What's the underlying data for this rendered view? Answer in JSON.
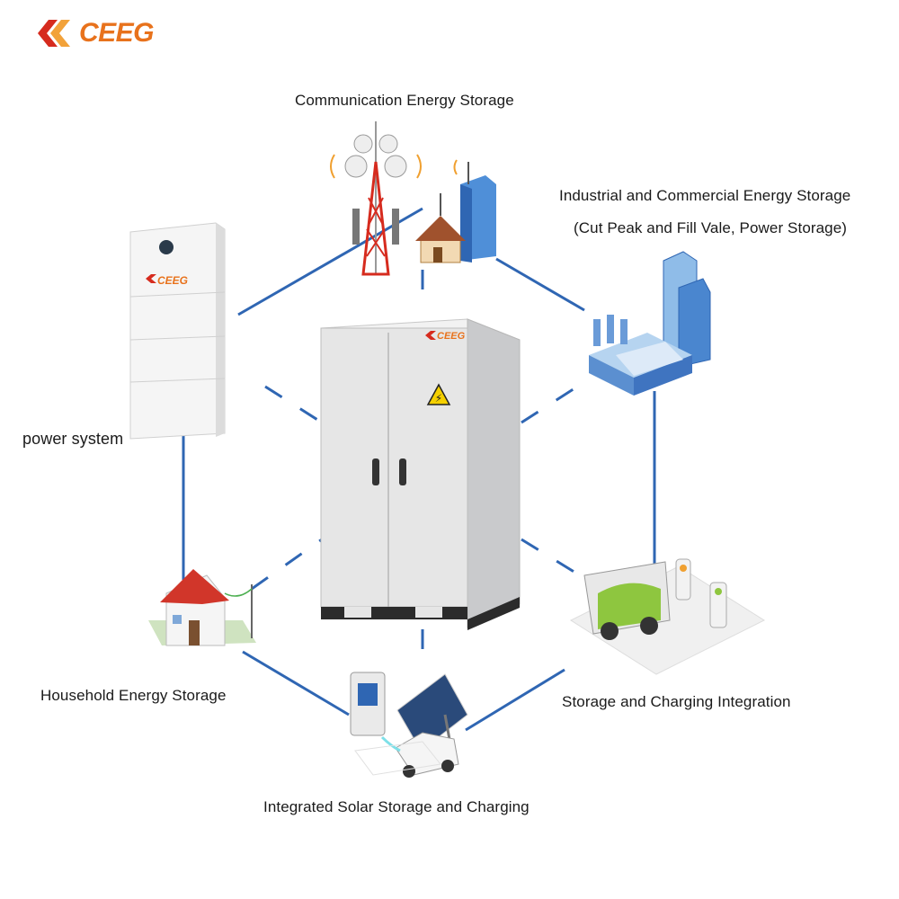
{
  "brand": {
    "name": "CEEG",
    "color": "#e8721c"
  },
  "center": {
    "name": "energy-storage-cabinet",
    "brand": "CEEG"
  },
  "nodes": {
    "communication": {
      "label": "Communication Energy Storage"
    },
    "industrial": {
      "label_line1": "Industrial and Commercial Energy Storage",
      "label_line2": "(Cut Peak and Fill Vale, Power Storage)"
    },
    "power_system": {
      "label": "power system",
      "brand": "CEEG"
    },
    "household": {
      "label": "Household Energy Storage"
    },
    "charging": {
      "label": "Storage and Charging Integration"
    },
    "solar": {
      "label": "Integrated Solar Storage and Charging"
    }
  },
  "colors": {
    "connector": "#2f66b3",
    "cabinet": "#e6e6e6"
  }
}
